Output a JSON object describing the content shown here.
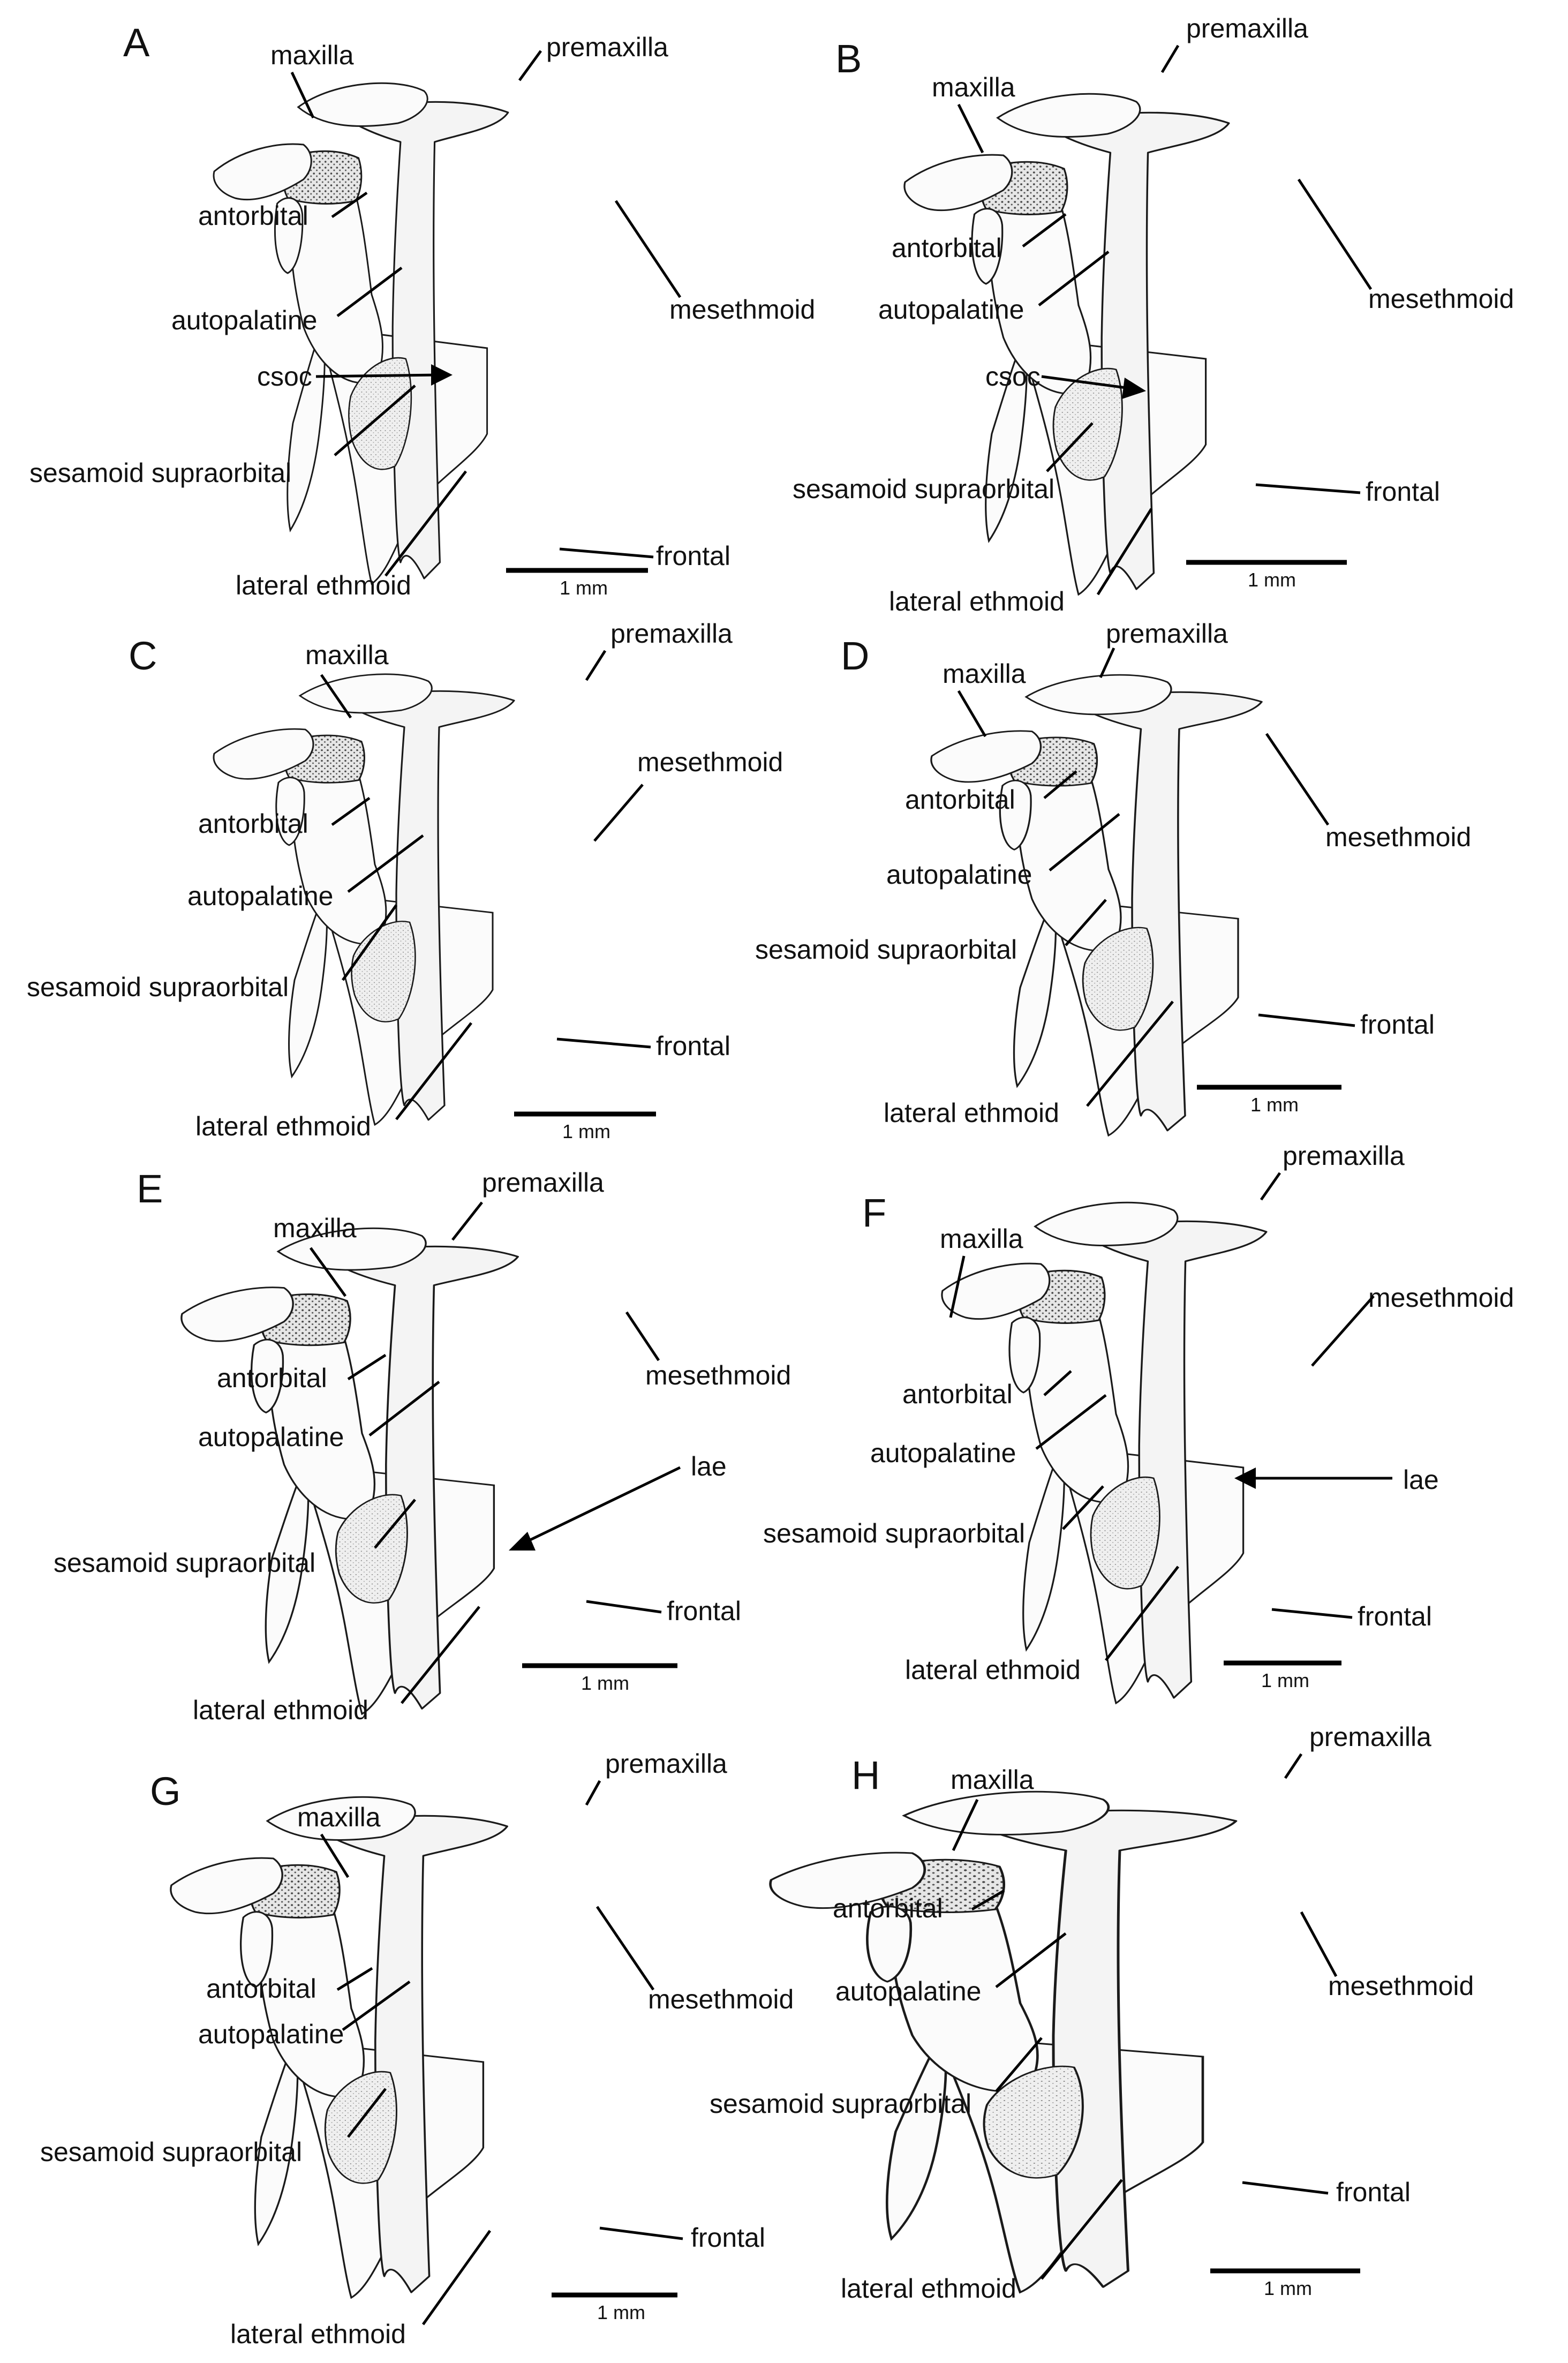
{
  "figure": {
    "scale_unit": "1 mm",
    "panels": [
      {
        "id": "A",
        "labels": {
          "maxilla": "maxilla",
          "premaxilla": "premaxilla",
          "antorbital": "antorbital",
          "autopalatine": "autopalatine",
          "mesethmoid": "mesethmoid",
          "csoc": "csoc",
          "sesamoid": "sesamoid supraorbital",
          "lateral": "lateral ethmoid",
          "frontal": "frontal"
        },
        "scale": "1 mm"
      },
      {
        "id": "B",
        "labels": {
          "maxilla": "maxilla",
          "premaxilla": "premaxilla",
          "antorbital": "antorbital",
          "autopalatine": "autopalatine",
          "mesethmoid": "mesethmoid",
          "csoc": "csoc",
          "sesamoid": "sesamoid supraorbital",
          "lateral": "lateral ethmoid",
          "frontal": "frontal"
        },
        "scale": "1 mm"
      },
      {
        "id": "C",
        "labels": {
          "maxilla": "maxilla",
          "premaxilla": "premaxilla",
          "antorbital": "antorbital",
          "autopalatine": "autopalatine",
          "mesethmoid": "mesethmoid",
          "sesamoid": "sesamoid supraorbital",
          "lateral": "lateral ethmoid",
          "frontal": "frontal"
        },
        "scale": "1 mm"
      },
      {
        "id": "D",
        "labels": {
          "maxilla": "maxilla",
          "premaxilla": "premaxilla",
          "antorbital": "antorbital",
          "autopalatine": "autopalatine",
          "mesethmoid": "mesethmoid",
          "sesamoid": "sesamoid supraorbital",
          "lateral": "lateral ethmoid",
          "frontal": "frontal"
        },
        "scale": "1 mm"
      },
      {
        "id": "E",
        "labels": {
          "maxilla": "maxilla",
          "premaxilla": "premaxilla",
          "antorbital": "antorbital",
          "autopalatine": "autopalatine",
          "mesethmoid": "mesethmoid",
          "lae": "lae",
          "sesamoid": "sesamoid supraorbital",
          "lateral": "lateral ethmoid",
          "frontal": "frontal"
        },
        "scale": "1 mm"
      },
      {
        "id": "F",
        "labels": {
          "maxilla": "maxilla",
          "premaxilla": "premaxilla",
          "antorbital": "antorbital",
          "autopalatine": "autopalatine",
          "mesethmoid": "mesethmoid",
          "lae": "lae",
          "sesamoid": "sesamoid supraorbital",
          "lateral": "lateral ethmoid",
          "frontal": "frontal"
        },
        "scale": "1 mm"
      },
      {
        "id": "G",
        "labels": {
          "maxilla": "maxilla",
          "premaxilla": "premaxilla",
          "antorbital": "antorbital",
          "autopalatine": "autopalatine",
          "mesethmoid": "mesethmoid",
          "sesamoid": "sesamoid supraorbital",
          "lateral": "lateral ethmoid",
          "frontal": "frontal"
        },
        "scale": "1 mm"
      },
      {
        "id": "H",
        "labels": {
          "maxilla": "maxilla",
          "premaxilla": "premaxilla",
          "antorbital": "antorbital",
          "autopalatine": "autopalatine",
          "mesethmoid": "mesethmoid",
          "sesamoid": "sesamoid supraorbital",
          "lateral": "lateral ethmoid",
          "frontal": "frontal"
        },
        "scale": "1 mm"
      }
    ]
  }
}
